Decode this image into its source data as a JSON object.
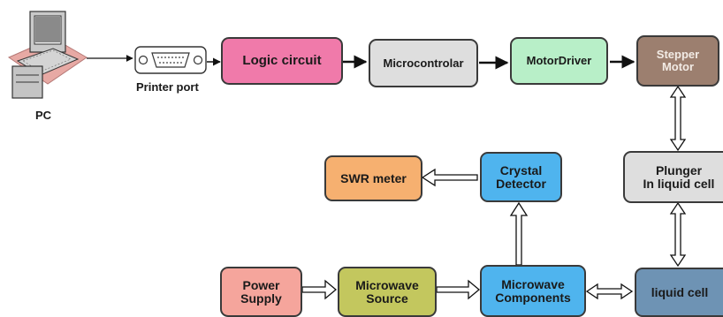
{
  "labels": {
    "pc": "PC",
    "printer_port": "Printer port"
  },
  "blocks": {
    "logic_circuit": "Logic circuit",
    "microcontroller": "Microcontrolar",
    "motor_driver": "MotorDriver",
    "stepper_motor": "Stepper\nMotor",
    "plunger": "Plunger\nIn liquid cell",
    "crystal_detector": "Crystal\nDetector",
    "swr_meter": "SWR meter",
    "power_supply": "Power\nSupply",
    "microwave_source": "Microwave\nSource",
    "microwave_components": "Microwave\nComponents",
    "liquid_cell": "liquid cell"
  },
  "colors": {
    "logic_circuit": "#f07aaa",
    "microcontroller": "#dedede",
    "motor_driver": "#b8efc8",
    "stepper_motor": "#9c7f6f",
    "plunger": "#dedede",
    "crystal_detector": "#4fb4ee",
    "swr_meter": "#f6b070",
    "power_supply": "#f5a59c",
    "microwave_source": "#c3c75e",
    "microwave_components": "#4fb4ee",
    "liquid_cell": "#6e93b4"
  },
  "icons": {
    "pc": "desktop-computer-icon",
    "printer_port": "db25-connector-icon"
  }
}
